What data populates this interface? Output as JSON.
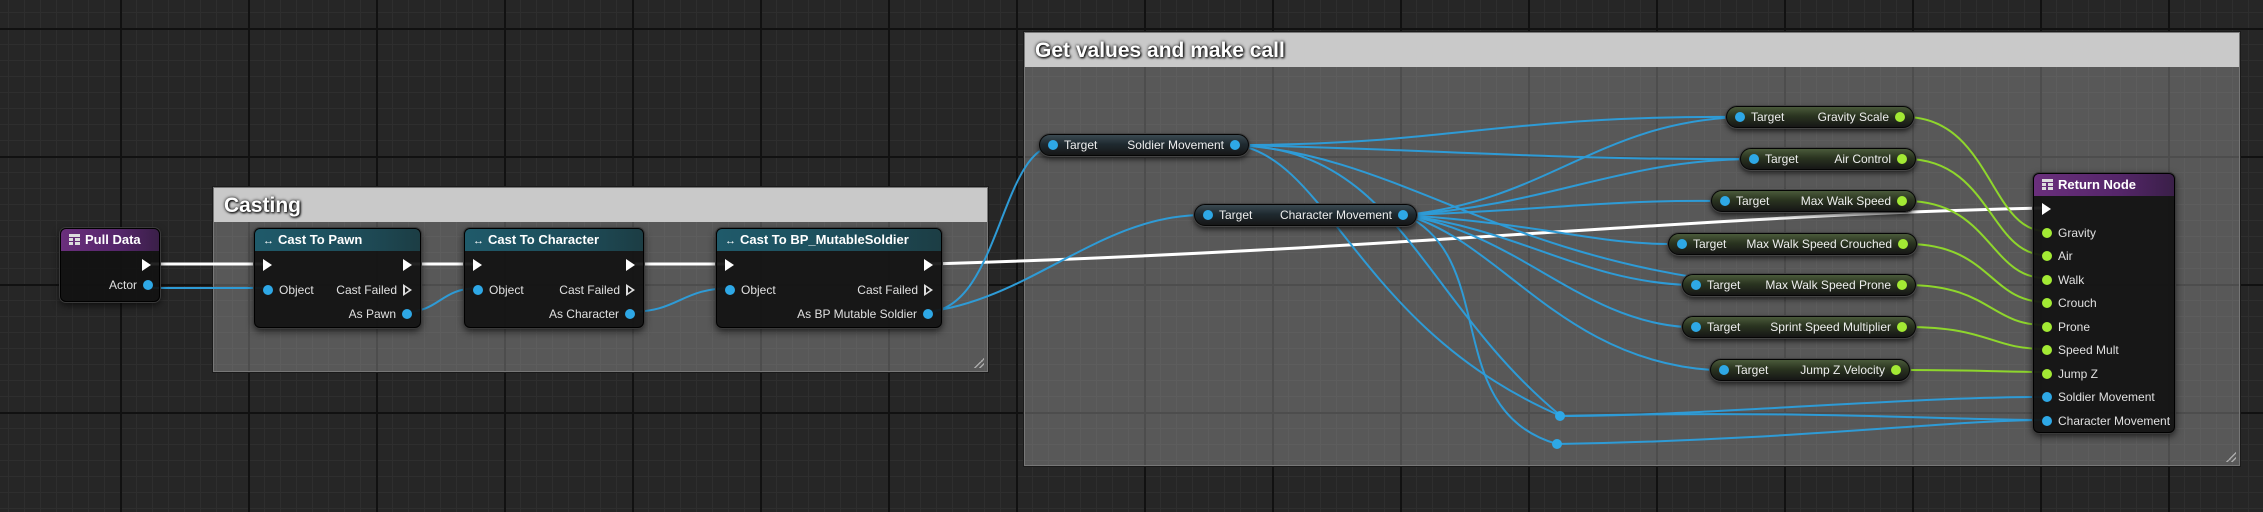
{
  "comments": {
    "casting": "Casting",
    "get_values": "Get values and make call"
  },
  "nodes": {
    "pull_data": {
      "title": "Pull Data",
      "actor": "Actor"
    },
    "cast_pawn": {
      "title": "Cast To Pawn",
      "object": "Object",
      "failed": "Cast Failed",
      "out": "As Pawn"
    },
    "cast_character": {
      "title": "Cast To Character",
      "object": "Object",
      "failed": "Cast Failed",
      "out": "As Character"
    },
    "cast_soldier": {
      "title": "Cast To BP_MutableSoldier",
      "object": "Object",
      "failed": "Cast Failed",
      "out": "As BP Mutable Soldier"
    },
    "soldier_movement": {
      "target": "Target",
      "label": "Soldier Movement"
    },
    "character_movement": {
      "target": "Target",
      "label": "Character Movement"
    },
    "gravity_scale": {
      "target": "Target",
      "label": "Gravity Scale"
    },
    "air_control": {
      "target": "Target",
      "label": "Air Control"
    },
    "max_walk_speed": {
      "target": "Target",
      "label": "Max Walk Speed"
    },
    "max_walk_speed_crouched": {
      "target": "Target",
      "label": "Max Walk Speed Crouched"
    },
    "max_walk_speed_prone": {
      "target": "Target",
      "label": "Max Walk Speed Prone"
    },
    "sprint_speed_multiplier": {
      "target": "Target",
      "label": "Sprint Speed Multiplier"
    },
    "jump_z_velocity": {
      "target": "Target",
      "label": "Jump Z Velocity"
    },
    "return_node": {
      "title": "Return Node",
      "pins": [
        "Gravity",
        "Air",
        "Walk",
        "Crouch",
        "Prone",
        "Speed Mult",
        "Jump Z",
        "Soldier Movement",
        "Character Movement"
      ]
    }
  },
  "colors": {
    "object_pin": "#2ea8e6",
    "float_pin": "#a3ea34",
    "exec_pin": "#ffffff",
    "cast_header": "#1f5a6a",
    "function_header": "#6a2f7c"
  }
}
